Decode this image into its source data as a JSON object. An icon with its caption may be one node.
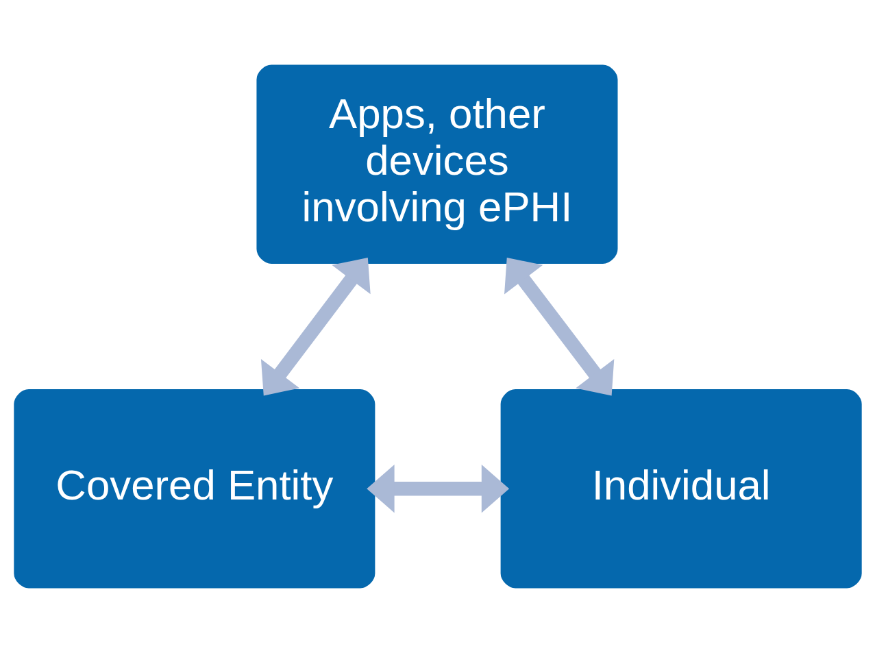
{
  "diagram": {
    "nodes": [
      {
        "text": [
          "Apps, other devices involving ePHI"
        ]
      },
      {
        "text": [
          "Covered Entity"
        ]
      },
      {
        "text": [
          "Individual"
        ]
      }
    ],
    "edges": [
      {
        "from": 0,
        "to": 1,
        "arrow": "both"
      },
      {
        "from": 0,
        "to": 2,
        "arrow": "both"
      },
      {
        "from": 1,
        "to": 2,
        "arrow": "both"
      }
    ]
  }
}
